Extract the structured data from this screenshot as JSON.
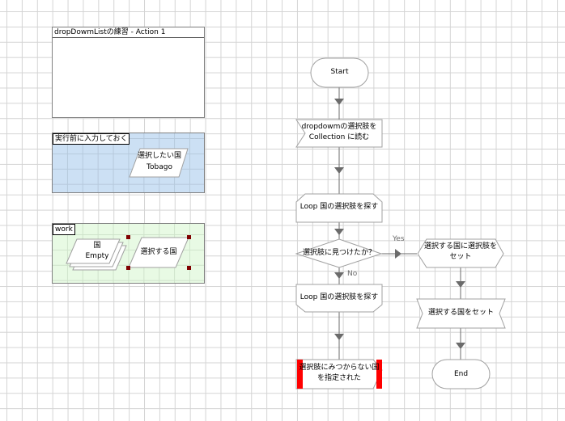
{
  "groups": {
    "action": {
      "title": "dropDowmListの練習 - Action 1"
    },
    "input": {
      "title": "実行前に入力しておく",
      "data_item": {
        "name": "選択したい国",
        "value": "Tobago"
      }
    },
    "work": {
      "title": "work",
      "collection": {
        "name": "国",
        "value": "Empty"
      },
      "data_item": {
        "name": "選択する国"
      }
    }
  },
  "flow": {
    "start": "Start",
    "read": {
      "line1": "dropdowmの選択肢を",
      "line2": "Collection に読む"
    },
    "loop_start": "Loop 国の選択肢を探す",
    "decision": "選択肢に見つけたか？",
    "yes_label": "Yes",
    "no_label": "No",
    "loop_end": "Loop 国の選択肢を探す",
    "exception": {
      "line1": "選択肢にみつからない国",
      "line2": "を指定された"
    },
    "calc": {
      "line1": "選択する国に選択肢を",
      "line2": "セット"
    },
    "write": "選択する国をセット",
    "end": "End"
  },
  "colors": {
    "input_bg": "#cce0f4",
    "work_bg": "#e8fae4",
    "connector": "#6b6b6b",
    "shape_border": "#a0a0a0",
    "exception_bar": "#ff0000",
    "selection_handle": "#800000"
  }
}
